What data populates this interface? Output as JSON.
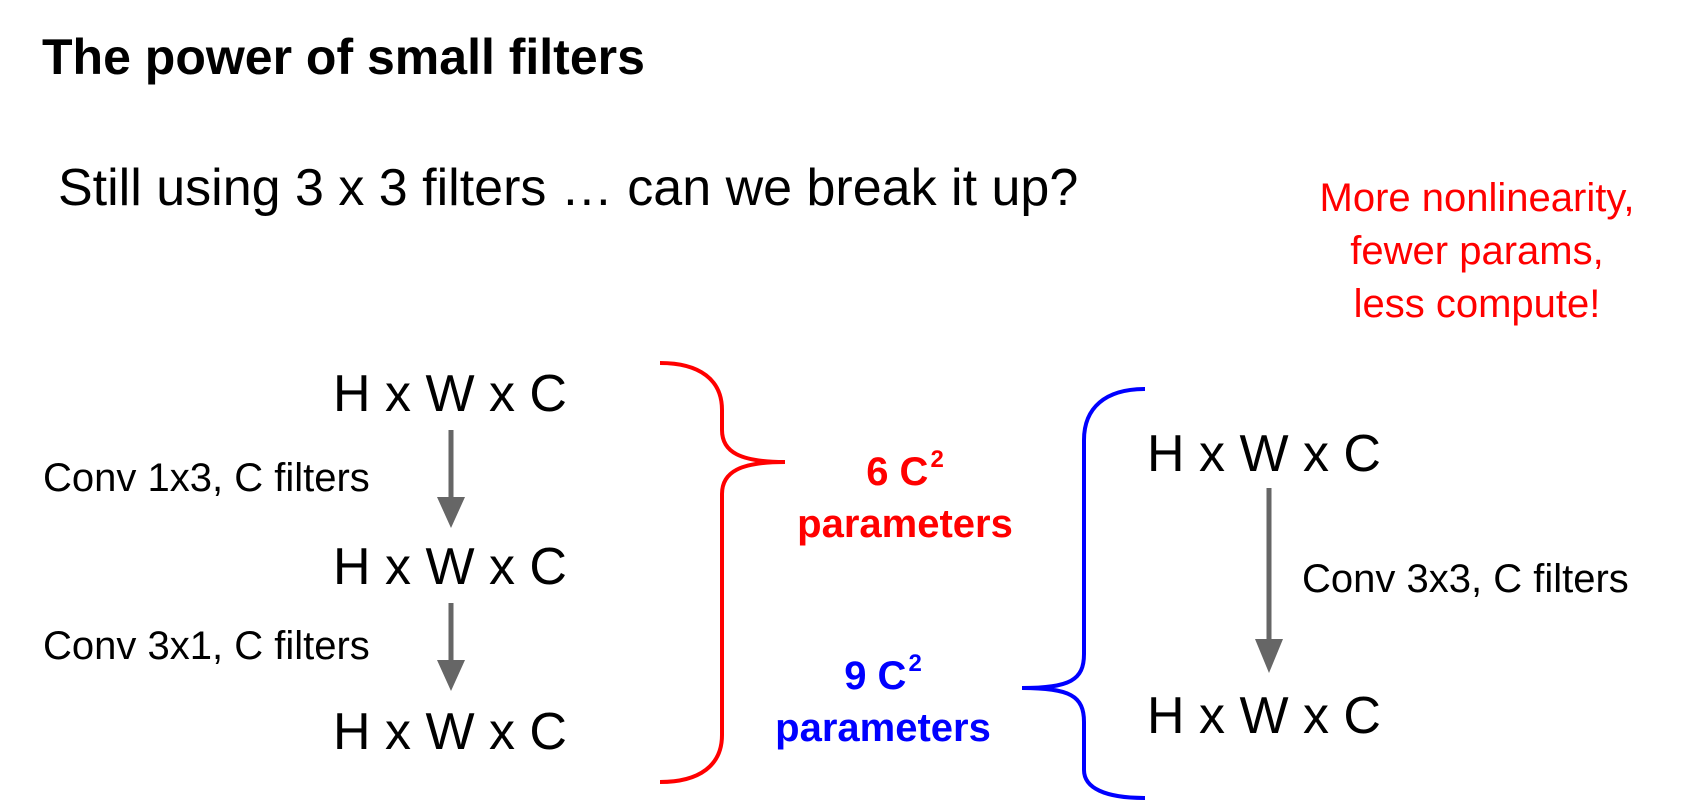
{
  "title": "The power of small filters",
  "subtitle": "Still using 3 x 3 filters … can we break it up?",
  "note": {
    "lines": [
      "More nonlinearity,",
      "fewer params,",
      "less compute!"
    ],
    "color": "#ff0000"
  },
  "left_stack": {
    "nodes": [
      "H x W x C",
      "H x W x C",
      "H x W x C"
    ],
    "ops": [
      "Conv 1x3, C filters",
      "Conv 3x1, C filters"
    ]
  },
  "right_stack": {
    "nodes": [
      "H x W x C",
      "H x W x C"
    ],
    "op": "Conv 3x3, C filters"
  },
  "params_red": {
    "count": "6 C",
    "power": "2",
    "label": "parameters",
    "color": "#ff0000"
  },
  "params_blue": {
    "count": "9 C",
    "power": "2",
    "label": "parameters",
    "color": "#0000ff"
  },
  "arrow_color": "#666666"
}
